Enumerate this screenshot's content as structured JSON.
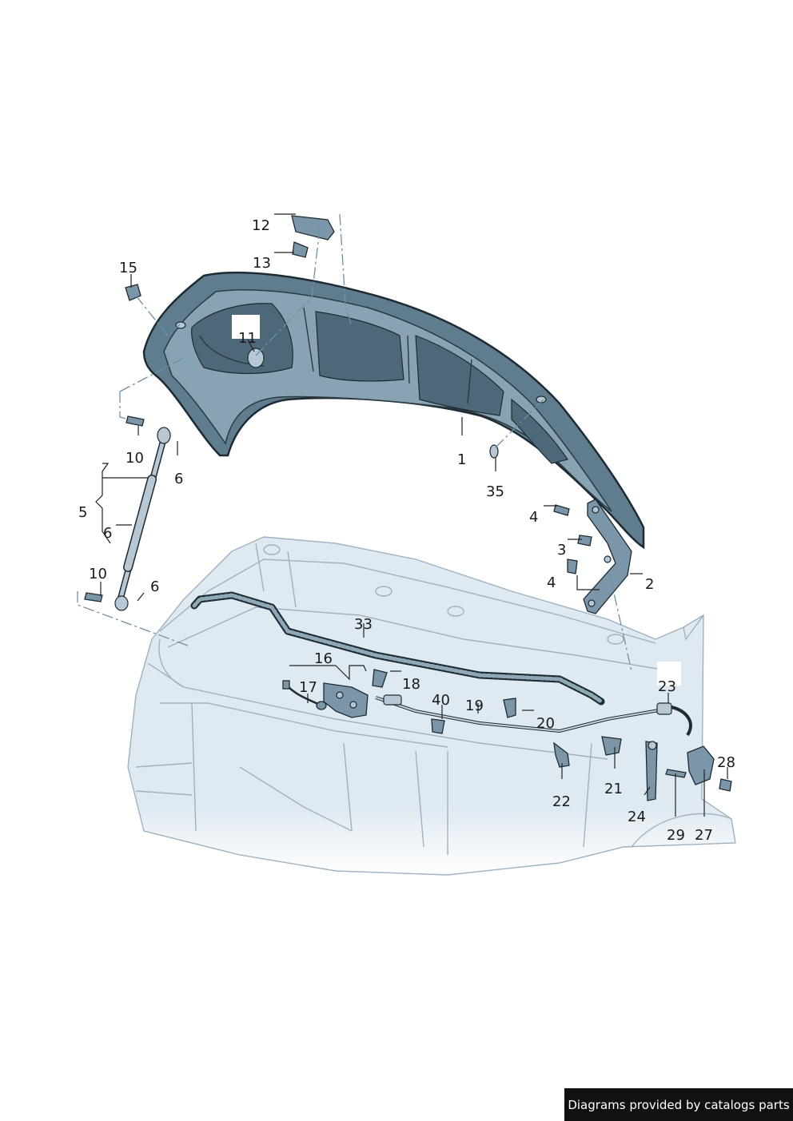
{
  "callouts": [
    "1",
    "2",
    "3",
    "4",
    "4",
    "5",
    "6",
    "6",
    "6",
    "10",
    "10",
    "11",
    "12",
    "13",
    "15",
    "16",
    "17",
    "18",
    "19",
    "20",
    "21",
    "22",
    "23",
    "24",
    "27",
    "28",
    "29",
    "33",
    "35",
    "40"
  ],
  "watermark": "Diagrams provided by catalogs parts",
  "colors": {
    "hood": "#5f7d8e",
    "hood_inner": "#88a3b3",
    "body": "#dfe9f1",
    "outline": "#1e2b33",
    "watermark_bg": "#111111",
    "watermark_text": "#ffffff"
  }
}
